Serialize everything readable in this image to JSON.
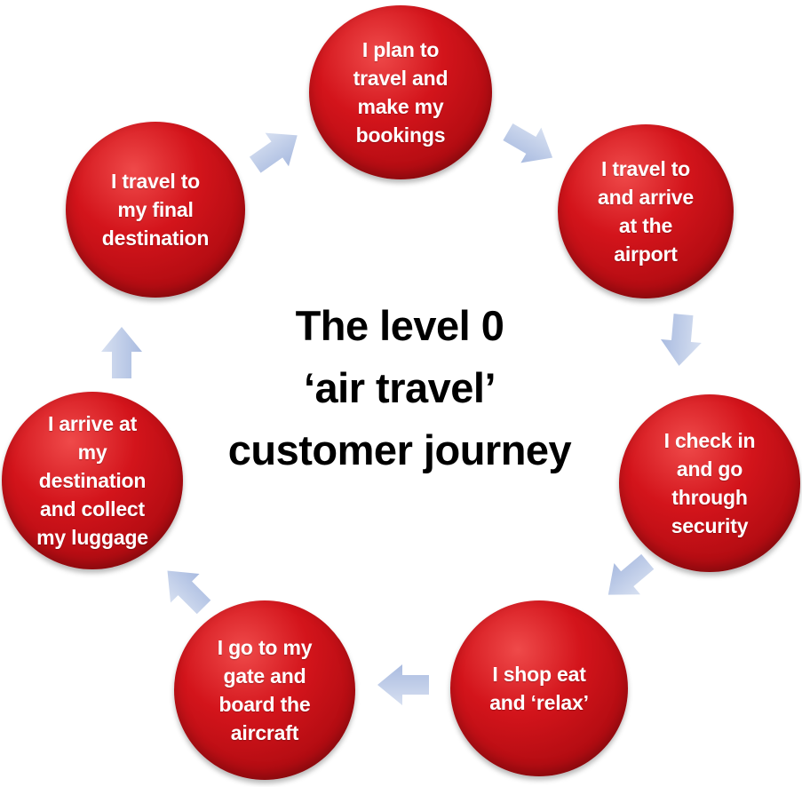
{
  "title": {
    "line1": "The level 0",
    "line2": "‘air travel’",
    "line3": "customer journey"
  },
  "steps": [
    {
      "label": "I plan to travel and make my bookings"
    },
    {
      "label": "I travel to and arrive at the airport"
    },
    {
      "label": "I check in and go through security"
    },
    {
      "label": "I shop eat and ‘relax’"
    },
    {
      "label": "I go to my gate and board the aircraft"
    },
    {
      "label": "I arrive at my destination and collect my luggage"
    },
    {
      "label": "I travel to my final destination"
    }
  ],
  "colors": {
    "node_fill": "#d3141b",
    "arrow_fill": "#b9c8e6",
    "title_text": "#000000",
    "node_text": "#ffffff"
  }
}
